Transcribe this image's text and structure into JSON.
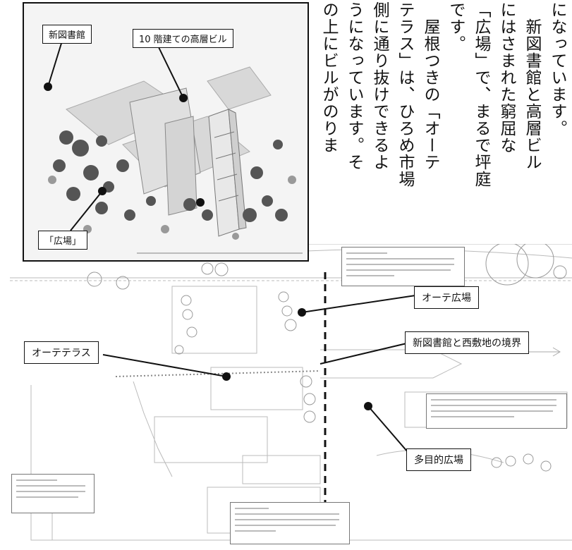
{
  "vertical_text": [
    "になっています。",
    "　新図書館と高層ビル",
    "にはさまれた窮屈な",
    "「広場」で、まるで坪庭",
    "です。",
    "　屋根つきの「オーテ",
    "テラス」は、ひろめ市場",
    "側に通り抜けできるよ",
    "うになっています。そ",
    "の上にビルがのりま"
  ],
  "photo": {
    "callout_library": "新図書館",
    "callout_building": "10 階建ての高層ビル",
    "callout_plaza": "「広場」"
  },
  "plan": {
    "label_ote_plaza": "オーテ広場",
    "label_boundary": "新図書館と西敷地の境界",
    "label_ote_terrace": "オーテテラス",
    "label_multi_plaza": "多目的広場"
  }
}
